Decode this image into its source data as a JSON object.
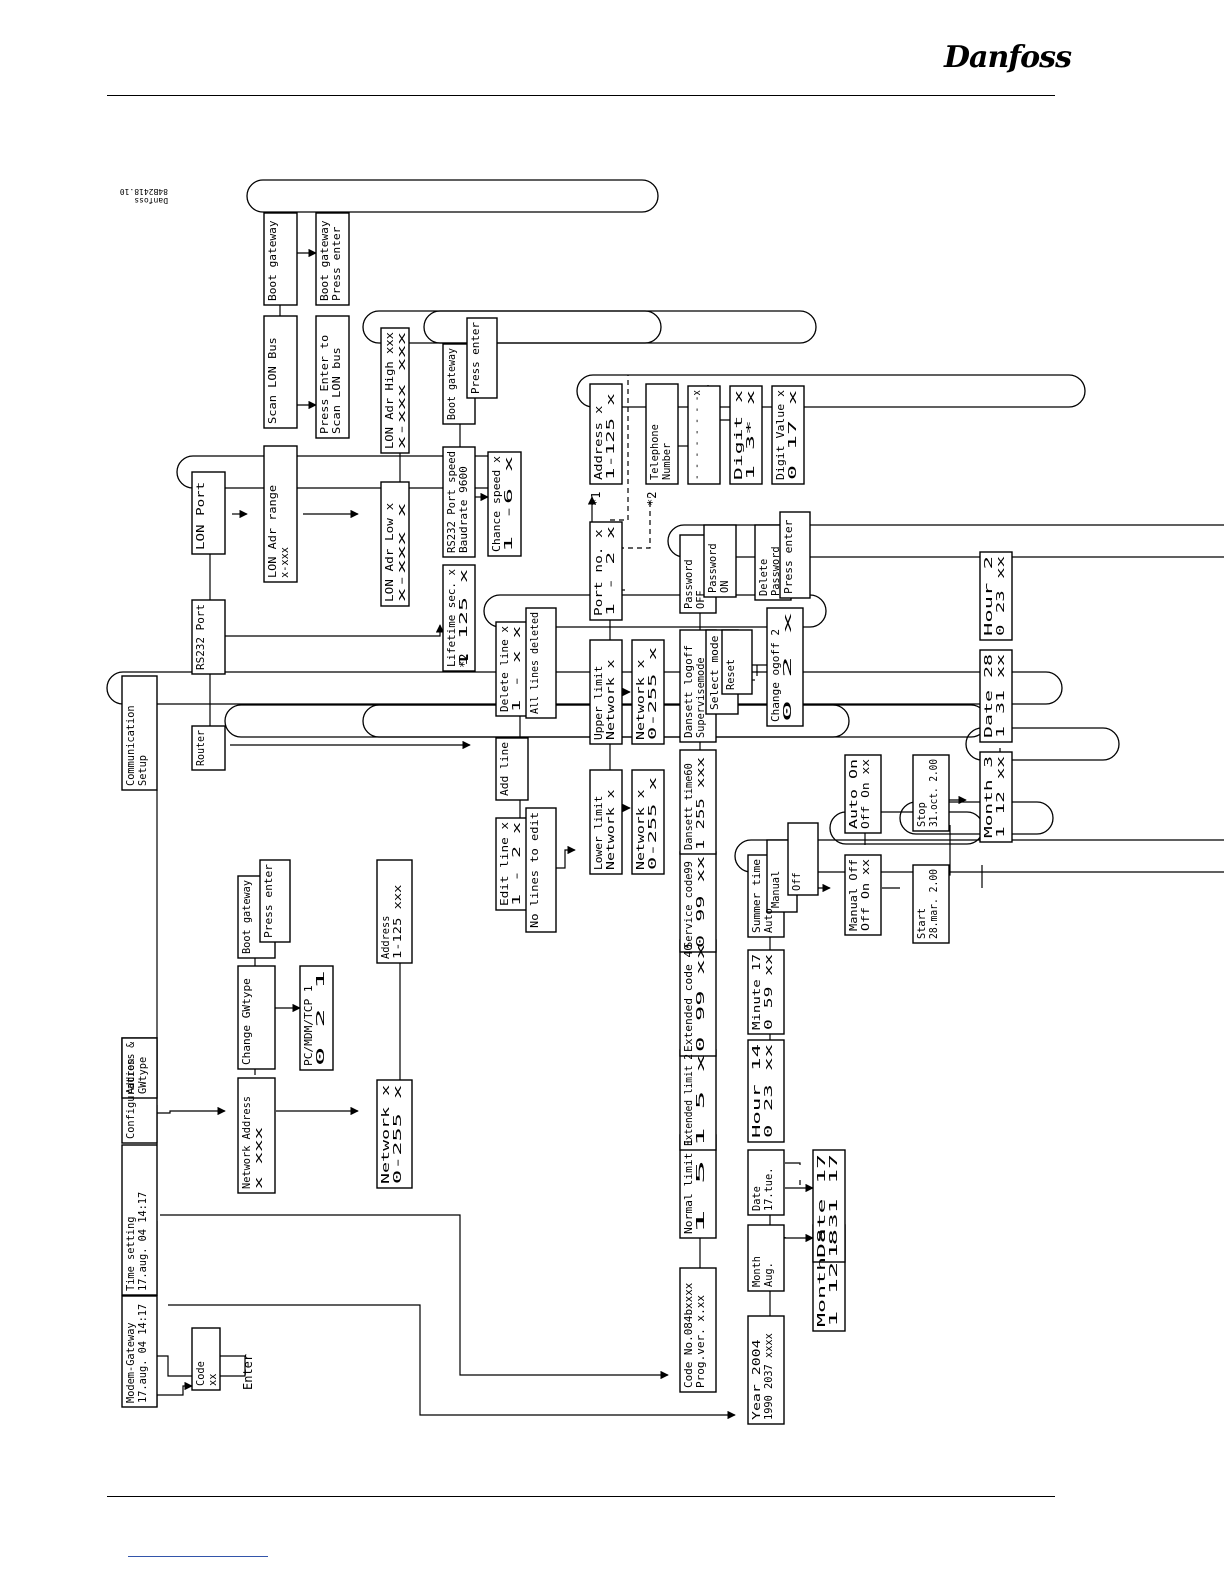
{
  "brand": "Danfoss",
  "drawing_id": "Danfoss\n84B2418.10",
  "boxes": {
    "b1": {
      "lines": [
        "Modem-Gateway",
        "17.aug. 04 14:17"
      ]
    },
    "b2": {
      "lines": [
        "Code",
        "xx"
      ]
    },
    "b3": {
      "lines": [
        "Time setting",
        "17.aug. 04 14:17"
      ]
    },
    "b4": {
      "lines": [
        "Configuration"
      ]
    },
    "b5": {
      "lines": [
        "Address &",
        "GWtype"
      ]
    },
    "b6": {
      "lines": [
        "Communication",
        "Setup"
      ]
    },
    "b7": {
      "lines": [
        "Network Address",
        "x      xxx"
      ]
    },
    "b8": {
      "lines": [
        "Change  GWtype"
      ]
    },
    "b9": {
      "lines": [
        "Boot  gateway"
      ]
    },
    "b10": {
      "lines": [
        "Press  enter"
      ]
    },
    "b11": {
      "lines": [
        "PC/MDM/TCP  1",
        "0       2      1"
      ]
    },
    "b12": {
      "lines": [
        "Network        x",
        "0-255          x"
      ]
    },
    "b13": {
      "lines": [
        "Address",
        "1-125    xxx"
      ]
    },
    "b14": {
      "lines": [
        "Router"
      ]
    },
    "b15": {
      "lines": [
        "RS232  Port"
      ]
    },
    "b16": {
      "lines": [
        "LON    Port"
      ]
    },
    "b17": {
      "lines": [
        "LON  Adr  range",
        "x-xxx"
      ]
    },
    "b18": {
      "lines": [
        "Scan  LON  Bus"
      ]
    },
    "b19": {
      "lines": [
        "Boot  gateway"
      ]
    },
    "b20": {
      "lines": [
        "Press  Enter  to",
        "Scan  LON  bus"
      ]
    },
    "b21": {
      "lines": [
        "Boot  gateway",
        "Press  enter"
      ]
    },
    "b22": {
      "lines": [
        "LON  Adr  Low  x",
        "x-xxx          x"
      ]
    },
    "b23": {
      "lines": [
        "LON  Adr  High  xxx",
        "x-xxx           xxx"
      ]
    },
    "b24": {
      "lines": [
        "Lifetime  sec.  x",
        "1       125     x"
      ]
    },
    "b25": {
      "lines": [
        "RS232  Port  speed",
        "Baudrate  9600"
      ]
    },
    "b26": {
      "lines": [
        "Boot  gateway"
      ]
    },
    "b27": {
      "lines": [
        "Press  enter"
      ]
    },
    "b28": {
      "lines": [
        "Chance  speed  x",
        "1          -6    x"
      ]
    },
    "b29": {
      "lines": [
        "Edit  line    x",
        "1  -  2       x"
      ]
    },
    "b30": {
      "lines": [
        "No  lines  to  edit"
      ]
    },
    "b31": {
      "lines": [
        "Add  line"
      ]
    },
    "b32": {
      "lines": [
        "Delete  line   x",
        "1   -   x      x"
      ]
    },
    "b33": {
      "lines": [
        "All  lines  deleted"
      ]
    },
    "b34": {
      "lines": [
        "Lower  limit",
        "Network     x"
      ]
    },
    "b35": {
      "lines": [
        "Network     x",
        "0-255         x"
      ]
    },
    "b36": {
      "lines": [
        "Upper  limit",
        "Network     x"
      ]
    },
    "b37": {
      "lines": [
        "Network     x",
        "0-255         x"
      ]
    },
    "b38": {
      "lines": [
        "Port  no.    x",
        "1   -   2      x"
      ]
    },
    "b39": {
      "lines": [
        "Address    x",
        "1-125        x"
      ]
    },
    "b40": {
      "lines": [
        "Telephone",
        "Number"
      ]
    },
    "b41": {
      "lines": [
        "-  -  -  -  -  -  -  -x"
      ]
    },
    "b42": {
      "lines": [
        "Digit          x",
        "1    3*          x"
      ]
    },
    "b43": {
      "lines": [
        "Digit  Value  x",
        "0     17        x"
      ]
    },
    "b44": {
      "lines": [
        "Code  No.084bxxxx",
        "Prog.ver.  x.xx"
      ]
    },
    "b45": {
      "lines": [
        "Normal  limit  1",
        "1          5"
      ]
    },
    "b46": {
      "lines": [
        "Extended limit  2",
        "1          5     x"
      ]
    },
    "b47": {
      "lines": [
        "Extended  code  40",
        "0        99       xx"
      ]
    },
    "b48": {
      "lines": [
        "Service code99",
        "0        99    xx"
      ]
    },
    "b49": {
      "lines": [
        "Dansett time60",
        "1     255   xxx"
      ]
    },
    "b50": {
      "lines": [
        "Dansett  logoff",
        "Supervisemode"
      ]
    },
    "b51": {
      "lines": [
        "Select  mode"
      ]
    },
    "b52": {
      "lines": [
        "Reset"
      ]
    },
    "b53": {
      "lines": [
        "Change  ogoff 2",
        "0        2        x"
      ]
    },
    "b54": {
      "lines": [
        "Password",
        "OFF"
      ]
    },
    "b55": {
      "lines": [
        "Password",
        "ON"
      ]
    },
    "b56": {
      "lines": [
        "Delete",
        "Password"
      ]
    },
    "b57": {
      "lines": [
        "Press  enter"
      ]
    },
    "b58": {
      "lines": [
        "Year     2004",
        "1990 2037 xxxx"
      ]
    },
    "b59": {
      "lines": [
        "Month",
        "Aug."
      ]
    },
    "b60": {
      "lines": [
        "Month            8",
        "1         12      8"
      ]
    },
    "b61": {
      "lines": [
        "Date",
        "17.tue."
      ]
    },
    "b62": {
      "lines": [
        "Date               17",
        "1         31      17"
      ]
    },
    "b63": {
      "lines": [
        "Hour            14",
        "0        23     xx"
      ]
    },
    "b64": {
      "lines": [
        "Minute      17",
        "0     59     xx"
      ]
    },
    "b65": {
      "lines": [
        "Summer  time",
        "Auto"
      ]
    },
    "b66": {
      "lines": [
        "Manual"
      ]
    },
    "b67": {
      "lines": [
        "Off"
      ]
    },
    "b68": {
      "lines": [
        "Manual     Off",
        "Off     On    xx"
      ]
    },
    "b69": {
      "lines": [
        "Auto       On",
        "Off    On    xx"
      ]
    },
    "b70": {
      "lines": [
        "Start",
        "28.mar.  2.00"
      ]
    },
    "b71": {
      "lines": [
        "Stop",
        "31.oct.    2.00"
      ]
    },
    "b72": {
      "lines": [
        "Month          3",
        "1        12    xx"
      ]
    },
    "b73": {
      "lines": [
        "Date          28",
        "1       31    xx"
      ]
    },
    "b74": {
      "lines": [
        "Hour            2",
        "0        23    xx"
      ]
    }
  },
  "free_labels": {
    "enter": "Enter",
    "note2_a": "*2",
    "note1": "*1",
    "note2_b": "*2"
  }
}
